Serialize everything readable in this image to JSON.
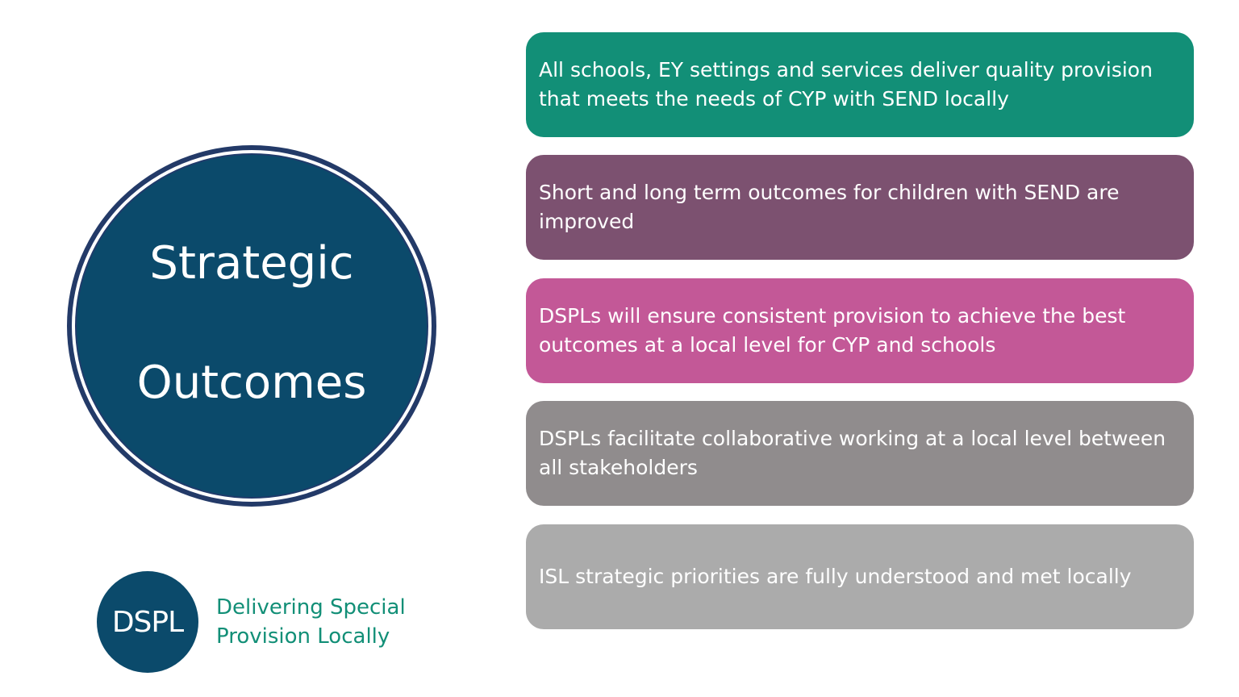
{
  "title": {
    "line1": "Strategic",
    "line2": "Outcomes"
  },
  "outcomes": [
    {
      "text": "All schools, EY settings and services deliver quality provision that meets the needs of CYP with SEND locally",
      "color": "#128f77"
    },
    {
      "text": "Short and long term outcomes for children with SEND are improved",
      "color": "#7c5170"
    },
    {
      "text": "DSPLs will ensure consistent provision to achieve the best outcomes at a local level for CYP and schools",
      "color": "#c35897"
    },
    {
      "text": "DSPLs facilitate collaborative working at a local level between all stakeholders",
      "color": "#908c8d"
    },
    {
      "text": "ISL strategic priorities are fully understood and met locally",
      "color": "#ababab"
    }
  ],
  "logo": {
    "abbrev": "DSPL",
    "tagline_line1": "Delivering Special",
    "tagline_line2": "Provision Locally",
    "circle_color": "#0b4a6b",
    "tagline_color": "#128f77"
  },
  "colors": {
    "circle_core": "#0b4a6b",
    "circle_border": "#233a68",
    "background": "#ffffff"
  }
}
